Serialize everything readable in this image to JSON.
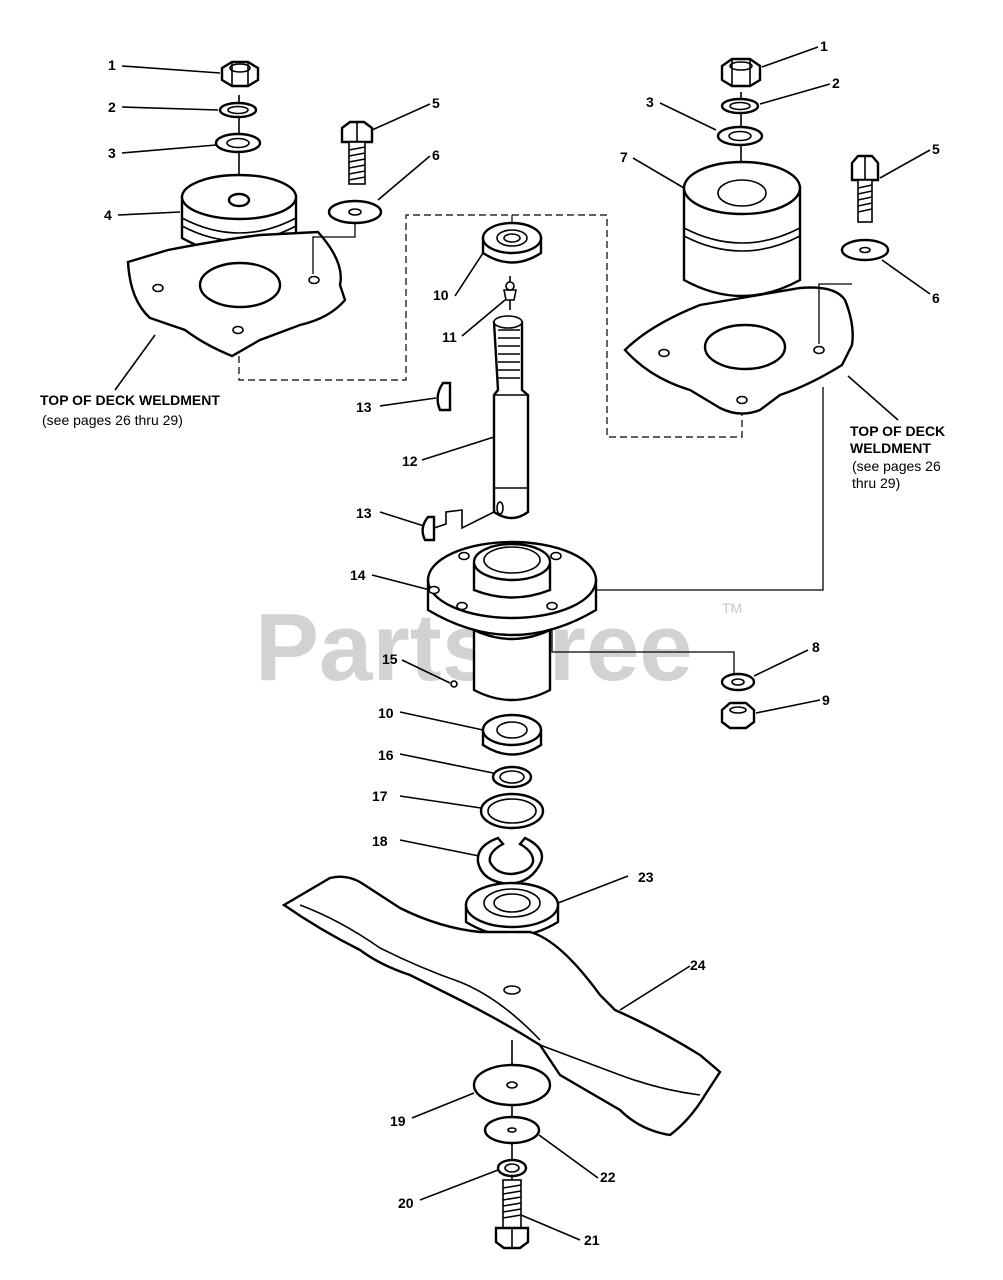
{
  "diagram": {
    "callouts": [
      "1",
      "2",
      "3",
      "4",
      "5",
      "6",
      "7",
      "8",
      "9",
      "10",
      "11",
      "12",
      "13",
      "14",
      "15",
      "16",
      "17",
      "18",
      "19",
      "20",
      "21",
      "22",
      "23",
      "24"
    ],
    "left_caption": {
      "line1": "TOP OF DECK WELDMENT",
      "line2": "(see pages 26 thru 29)"
    },
    "right_caption": {
      "line1": "TOP OF DECK",
      "line2": "WELDMENT",
      "line3": "(see pages 26",
      "line4": "thru 29)"
    },
    "watermark": {
      "text": "PartsTree",
      "tm": "TM"
    }
  }
}
